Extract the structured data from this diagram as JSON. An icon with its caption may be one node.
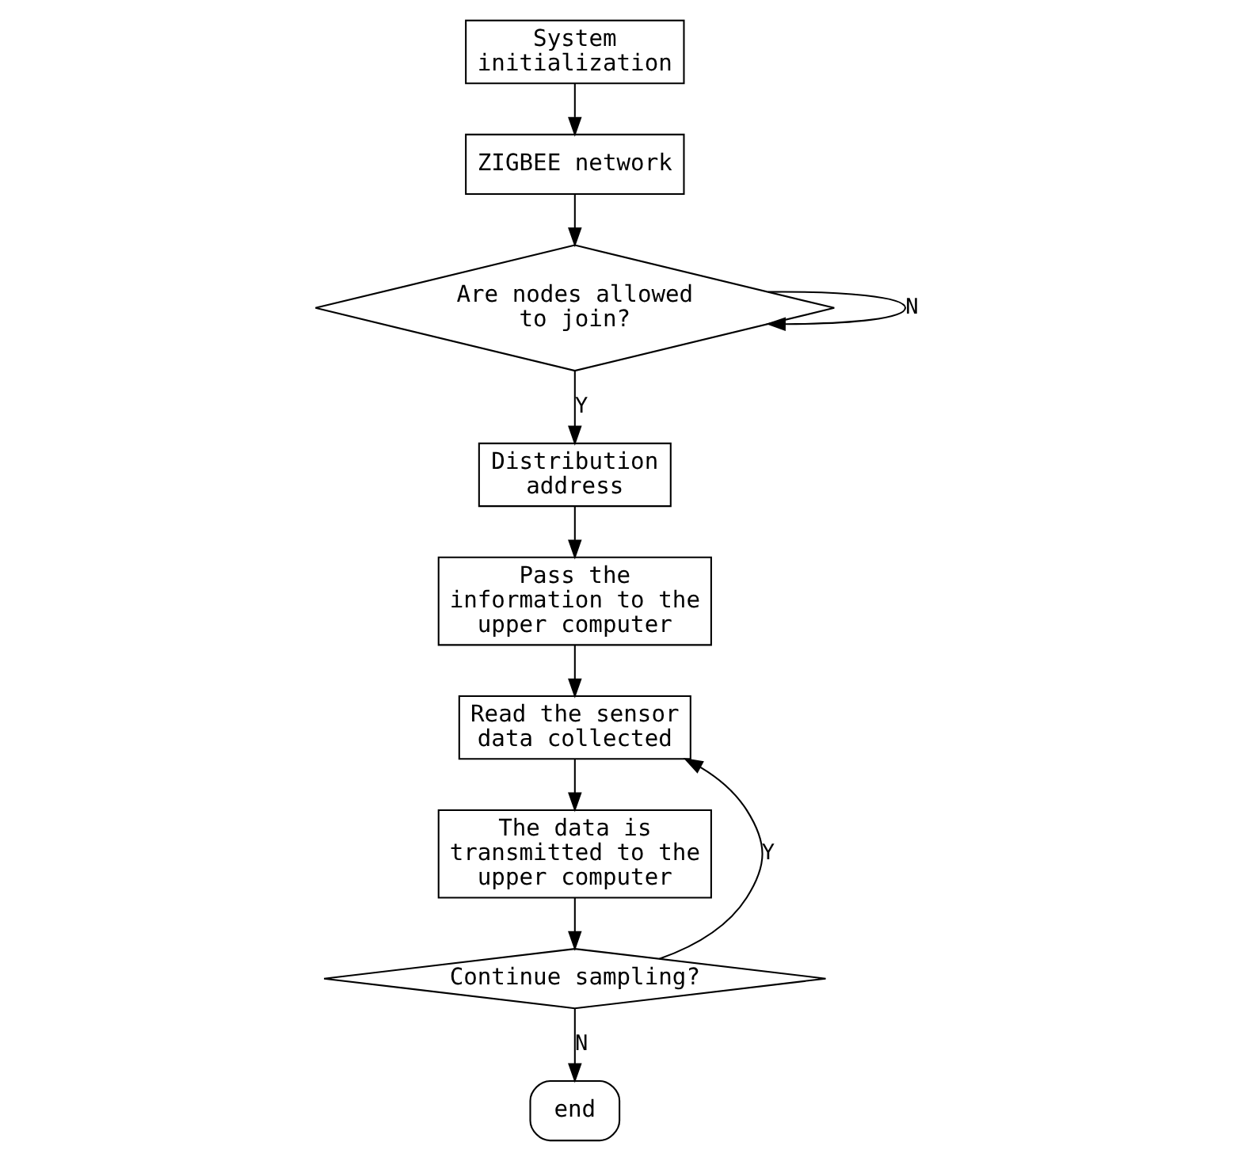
{
  "diagram": {
    "nodes": [
      {
        "text": [
          "System initialization"
        ]
      },
      {
        "text": [
          "ZIGBEE network"
        ]
      },
      {
        "text": [
          "Are nodes allowed to join?"
        ]
      },
      {
        "text": [
          "Distribution address"
        ]
      },
      {
        "text": [
          "Pass the information to the upper computer"
        ]
      },
      {
        "text": [
          "Read the sensor data collected"
        ]
      },
      {
        "text": [
          "The data is transmitted to the upper computer"
        ]
      },
      {
        "text": [
          "Continue sampling?"
        ]
      },
      {
        "text": [
          "end"
        ]
      }
    ],
    "edges": [
      {
        "from": 0,
        "to": 1,
        "arrow": "to"
      },
      {
        "from": 1,
        "to": 2,
        "arrow": "to"
      },
      {
        "from": 2,
        "to": 2,
        "arrow": "to",
        "label": "N"
      },
      {
        "from": 2,
        "to": 3,
        "arrow": "to",
        "label": "Y"
      },
      {
        "from": 3,
        "to": 4,
        "arrow": "to"
      },
      {
        "from": 4,
        "to": 5,
        "arrow": "to"
      },
      {
        "from": 5,
        "to": 6,
        "arrow": "to"
      },
      {
        "from": 6,
        "to": 7,
        "arrow": "to"
      },
      {
        "from": 7,
        "to": 5,
        "arrow": "to",
        "label": "Y"
      },
      {
        "from": 7,
        "to": 8,
        "arrow": "to",
        "label": "N"
      }
    ]
  }
}
